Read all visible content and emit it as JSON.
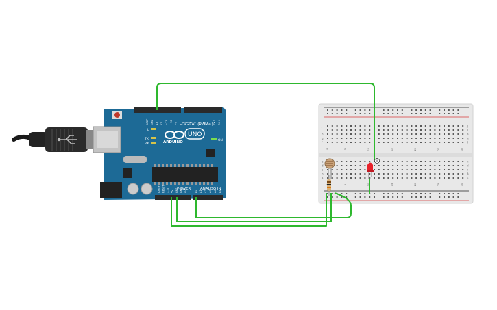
{
  "board": {
    "model_label": "UNO",
    "brand_label": "ARDUINO",
    "digital_label": "DIGITAL (PWM~)",
    "power_label": "POWER",
    "analog_label": "ANALOG IN",
    "on_label": "ON",
    "led_l_label": "L",
    "led_tx_label": "TX",
    "led_rx_label": "RX",
    "top_pin_labels": [
      "AREF",
      "GND",
      "13",
      "12",
      "~11",
      "~10",
      "~9",
      "8",
      "7",
      "~6",
      "~5",
      "4",
      "~3",
      "2",
      "TX 1",
      "RX 0"
    ],
    "power_pin_labels": [
      "IOREF",
      "RESET",
      "3.3V",
      "5V",
      "GND",
      "GND",
      "Vin"
    ],
    "analog_pin_labels": [
      "A0",
      "A1",
      "A2",
      "A3",
      "A4",
      "A5"
    ]
  },
  "breadboard": {
    "row_letters": [
      "j",
      "i",
      "h",
      "g",
      "f",
      "e",
      "d",
      "c",
      "b",
      "a"
    ],
    "column_numbers": [
      "1",
      "5",
      "10",
      "15",
      "20",
      "25",
      "30"
    ]
  },
  "colors": {
    "wire": "#2eb82e",
    "board": "#1d6a96",
    "breadboard": "#e8e8e8",
    "rail_red": "#d83b3b",
    "led": "#e8222b"
  }
}
